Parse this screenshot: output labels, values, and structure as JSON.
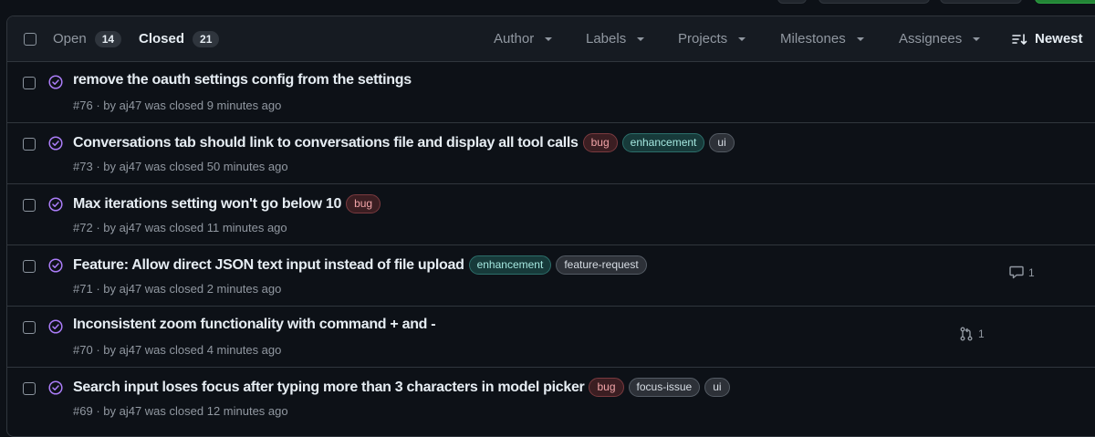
{
  "header": {
    "states": [
      {
        "label": "Open",
        "count": "14"
      },
      {
        "label": "Closed",
        "count": "21"
      }
    ],
    "filters": [
      {
        "label": "Author"
      },
      {
        "label": "Labels"
      },
      {
        "label": "Projects"
      },
      {
        "label": "Milestones"
      },
      {
        "label": "Assignees"
      }
    ],
    "sort": {
      "label": "Newest"
    }
  },
  "issues": [
    {
      "title": "remove the oauth settings config from the settings",
      "number": "#76",
      "meta": " · by aj47 was closed 9 minutes ago",
      "labels": []
    },
    {
      "title": "Conversations tab should link to conversations file and display all tool calls",
      "number": "#73",
      "meta": " · by aj47 was closed 50 minutes ago",
      "labels": [
        "bug",
        "enhancement",
        "ui"
      ]
    },
    {
      "title": "Max iterations setting won't go below 10",
      "number": "#72",
      "meta": " · by aj47 was closed 11 minutes ago",
      "labels": [
        "bug"
      ]
    },
    {
      "title": "Feature: Allow direct JSON text input instead of file upload",
      "number": "#71",
      "meta": " · by aj47 was closed 2 minutes ago",
      "labels": [
        "enhancement",
        "feature-request"
      ],
      "comments": "1"
    },
    {
      "title": "Inconsistent zoom functionality with command + and -",
      "number": "#70",
      "meta": " · by aj47 was closed 4 minutes ago",
      "labels": [],
      "linked_prs": "1"
    },
    {
      "title": "Search input loses focus after typing more than 3 characters in model picker",
      "number": "#69",
      "meta": " · by aj47 was closed 12 minutes ago",
      "labels": [
        "bug",
        "focus-issue",
        "ui"
      ]
    }
  ],
  "colors": {
    "background": "#0d1117",
    "header_bg": "#161b22",
    "border": "#30363d",
    "closed_icon": "#ab7df8",
    "bug_label": "#f2a4a8",
    "enhancement_label": "#a5e8e0"
  },
  "icons": {
    "closed_issue": "issue-closed-icon",
    "sort": "sort-desc-icon",
    "comment": "comment-icon",
    "pull_request": "git-pull-request-icon",
    "caret": "triangle-down-icon"
  }
}
